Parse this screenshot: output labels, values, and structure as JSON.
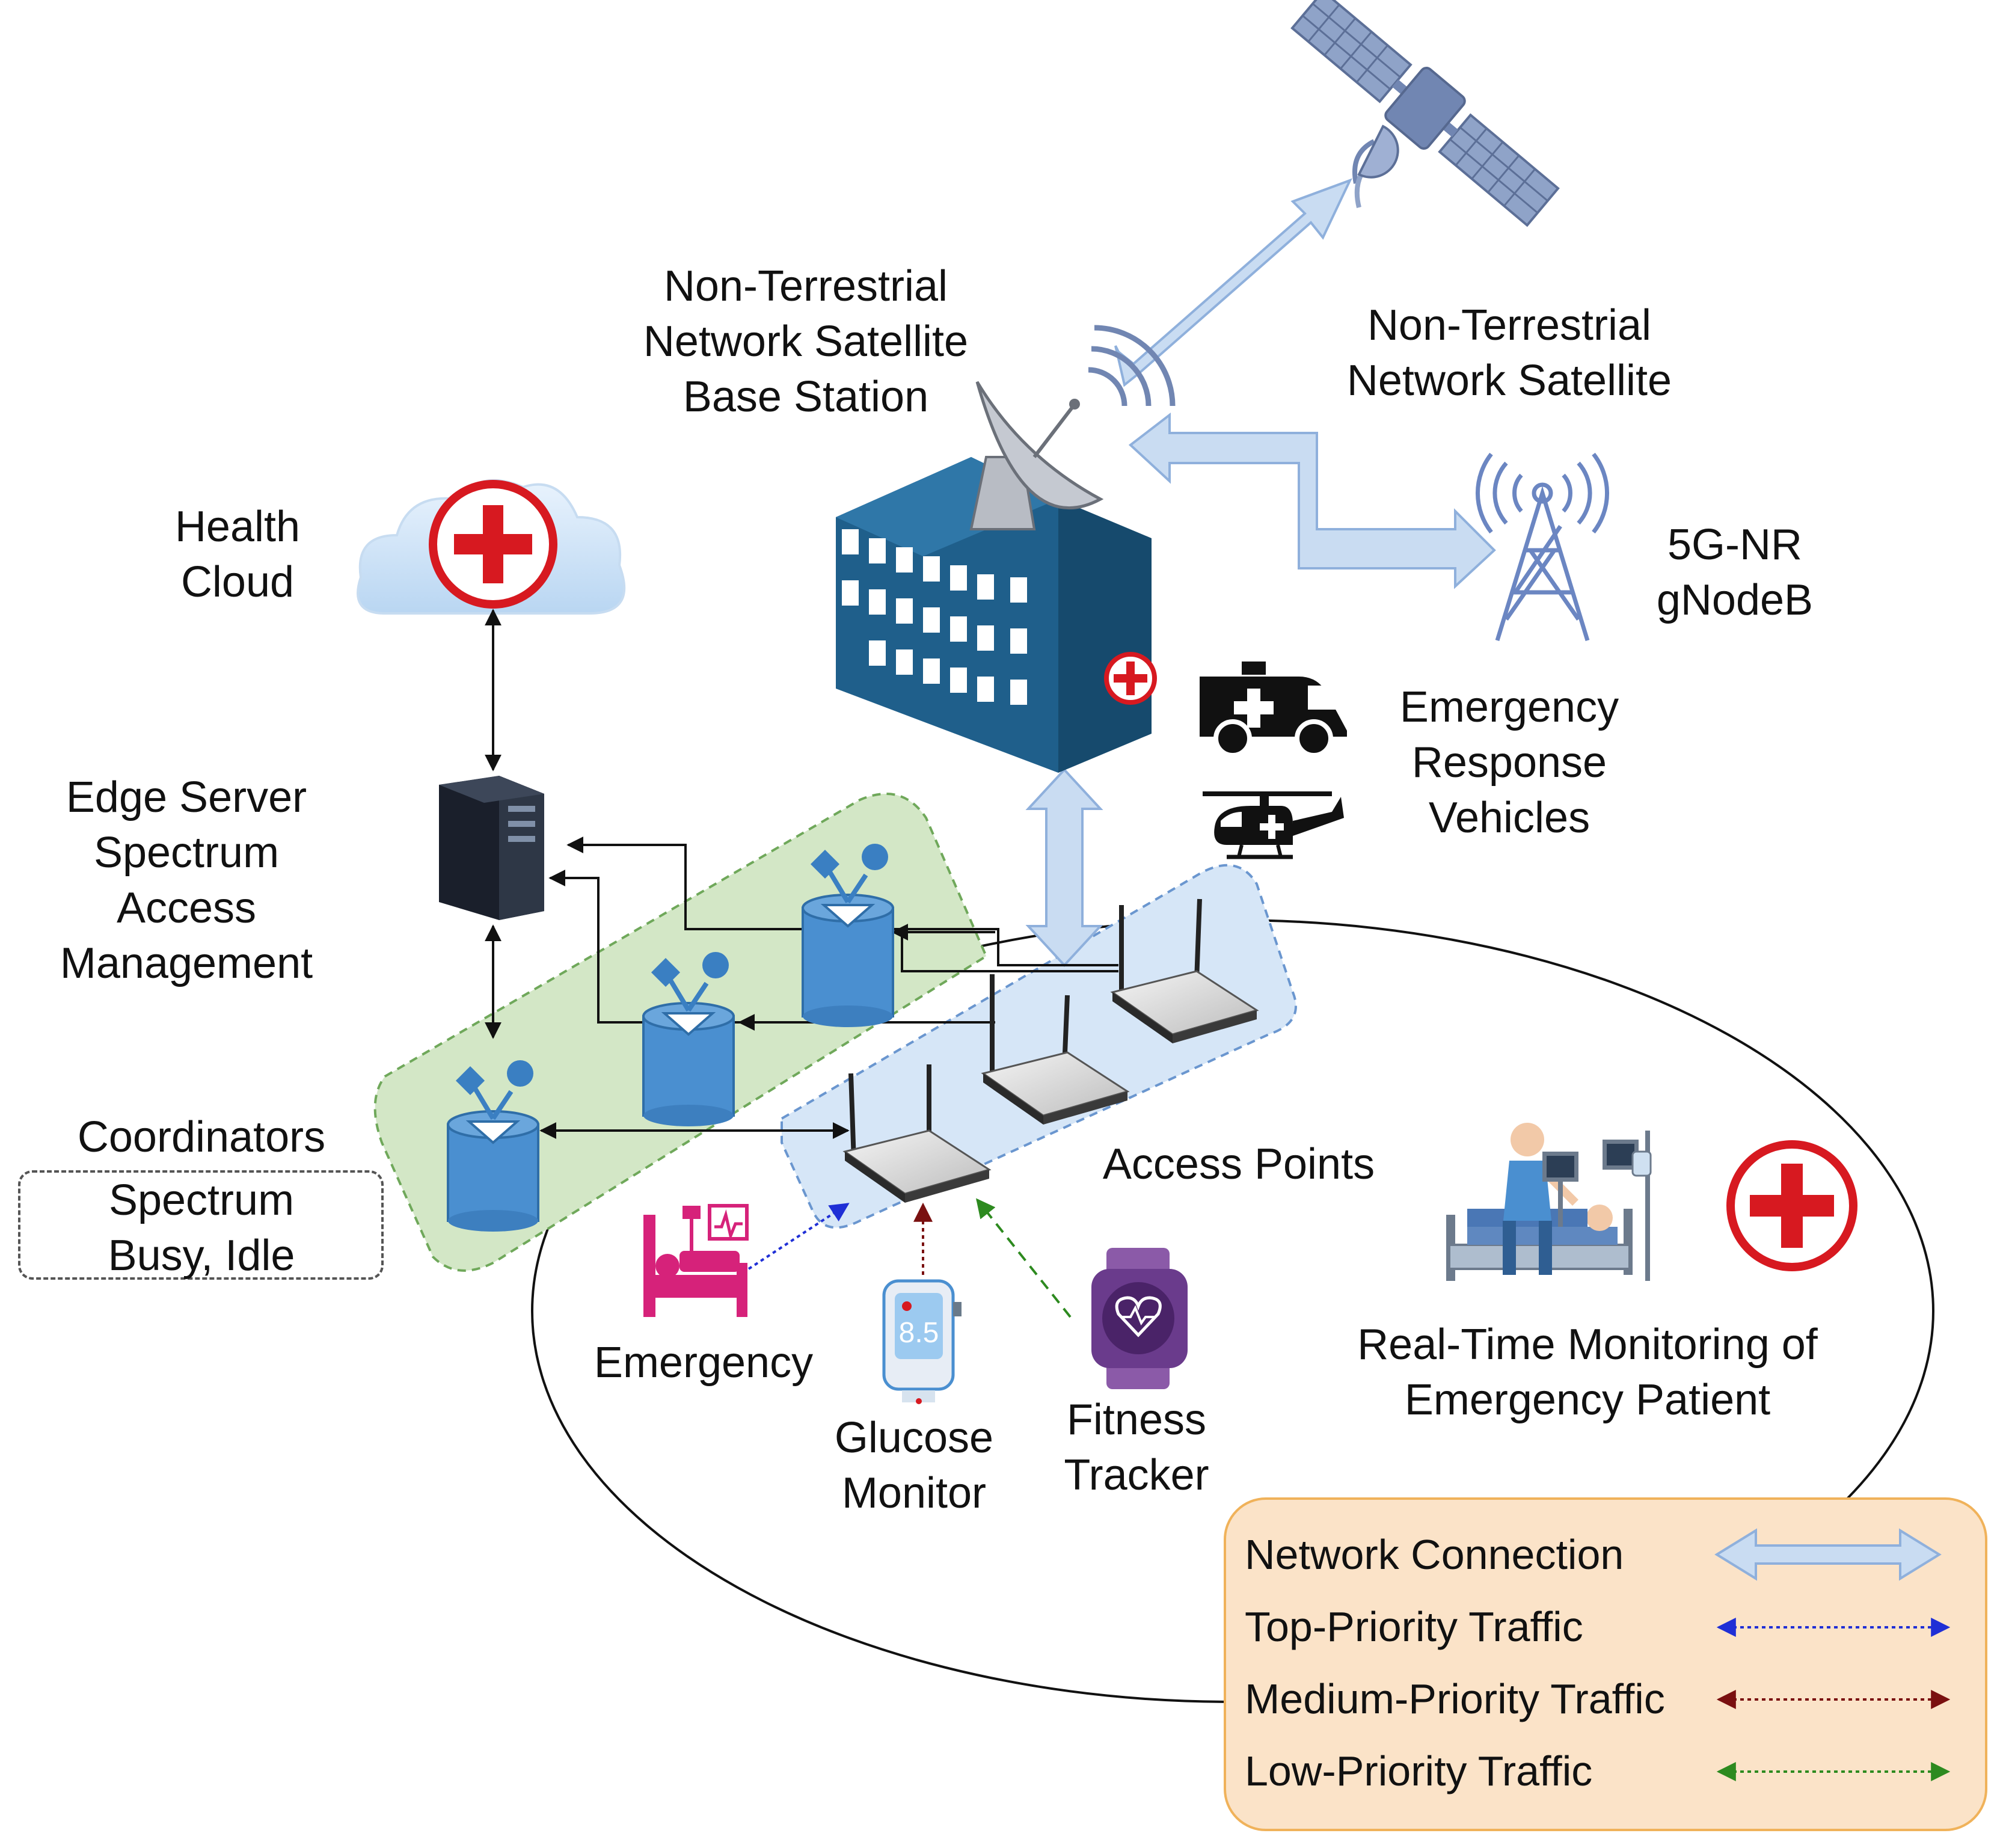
{
  "labels": {
    "satellite_base_station": [
      "Non-Terrestrial",
      "Network Satellite",
      "Base Station"
    ],
    "satellite": [
      "Non-Terrestrial",
      "Network Satellite"
    ],
    "gnodeb": [
      "5G-NR",
      "gNodeB"
    ],
    "health_cloud": [
      "Health",
      "Cloud"
    ],
    "edge_server": [
      "Edge Server",
      "Spectrum",
      "Access",
      "Management"
    ],
    "emergency_vehicles": [
      "Emergency",
      "Response",
      "Vehicles"
    ],
    "coordinators": "Coordinators",
    "spectrum_status": [
      "Spectrum",
      "Busy, Idle"
    ],
    "access_points": "Access Points",
    "emergency": "Emergency",
    "glucose_monitor": [
      "Glucose",
      "Monitor"
    ],
    "fitness_tracker": [
      "Fitness",
      "Tracker"
    ],
    "real_time_monitoring": [
      "Real-Time Monitoring of",
      "Emergency Patient"
    ]
  },
  "device_readout": "8.5",
  "legend": [
    {
      "label": "Network Connection",
      "style": "network",
      "color": "#c9dcf2"
    },
    {
      "label": "Top-Priority Traffic",
      "style": "dotted",
      "color": "#1f2fd6"
    },
    {
      "label": "Medium-Priority Traffic",
      "style": "dotted",
      "color": "#7a1010"
    },
    {
      "label": "Low-Priority Traffic",
      "style": "dotted",
      "color": "#2d8a1f"
    }
  ],
  "colors": {
    "network_link": "#c9dcf2",
    "network_link_stroke": "#8fb0dc",
    "top_priority": "#1f2fd6",
    "medium_priority": "#7a1010",
    "low_priority": "#2d8a1f",
    "building": "#1f5f8b",
    "coordinator": "#4a8fd0",
    "coordinator_zone": "#d3e7c6",
    "access_zone": "#d6e6f7",
    "medical_red": "#d71920",
    "emergency_pink": "#d6227a",
    "tracker_purple": "#6a3b8c"
  },
  "icons": [
    "satellite-icon",
    "satellite-dish-icon",
    "cell-tower-icon",
    "hospital-building-icon",
    "cloud-medical-icon",
    "server-tower-icon",
    "coordinator-icon",
    "router-icon",
    "ambulance-icon",
    "helicopter-icon",
    "hospital-bed-icon",
    "glucose-monitor-icon",
    "fitness-tracker-icon",
    "icu-patient-icon",
    "medical-cross-icon"
  ]
}
